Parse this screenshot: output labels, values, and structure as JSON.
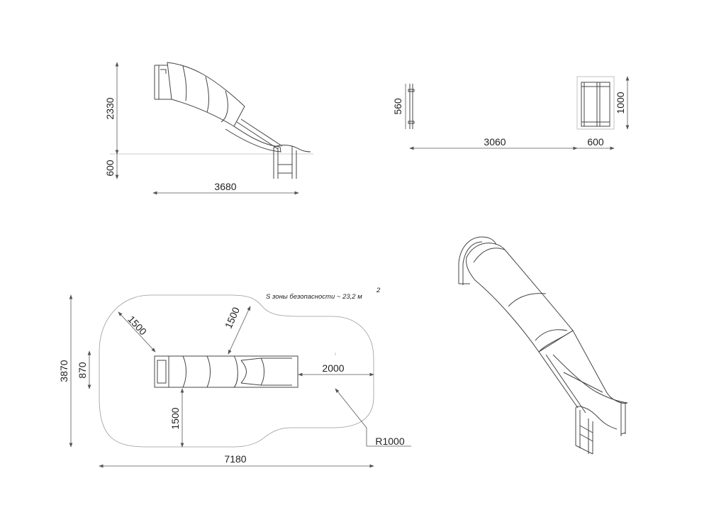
{
  "side_view": {
    "height_dim": "2330",
    "ground_dim": "600",
    "length_dim": "3680"
  },
  "top_small_view": {
    "rail_dim": "560",
    "gap_dim": "3060",
    "width_dim": "600",
    "depth_dim": "1000"
  },
  "plan_view": {
    "zone_label": "S зоны безопасности ~ 23,2 м",
    "zone_label_sup": "2",
    "diag_left_dim": "1500",
    "diag_right_dim": "1500",
    "bottom_dim": "1500",
    "right_dim": "2000",
    "radius_dim": "R1000",
    "total_width_dim": "7180",
    "total_height_dim": "3870",
    "inner_height_dim": "870"
  },
  "colors": {
    "line": "#555555",
    "zone": "#999999",
    "text": "#222222"
  }
}
